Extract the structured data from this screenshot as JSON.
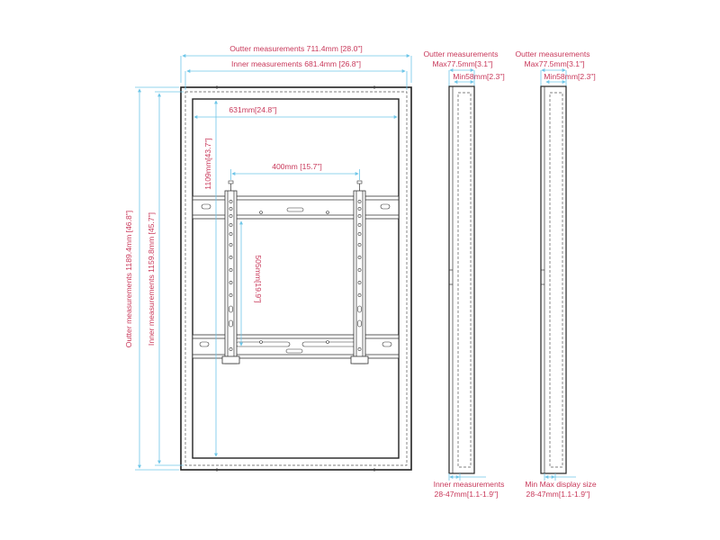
{
  "front_view": {
    "outer_width_label": "Outter measurements 711.4mm [28.0\"]",
    "inner_width_label": "Inner measurements 681.4mm [26.8\"]",
    "outer_height_label": "Outter measurements 1189.4mm [46.8\"]",
    "inner_height_label": "Inner measurements 1159.8mm [45.7\"]",
    "screen_width_label": "631mm[24.8\"]",
    "screen_height_label": "1109mm[43.7\"]",
    "bracket_width_label": "400mm [15.7\"]",
    "bracket_height_label": "505mm[19.9\"]"
  },
  "side_view_left": {
    "top_label_1": "Outter measurements",
    "top_label_2": "Max77.5mm[3.1\"]",
    "min_label": "Min58mm[2.3\"]",
    "bottom_label_1": "Inner measurements",
    "bottom_label_2": "28-47mm[1.1-1.9\"]"
  },
  "side_view_right": {
    "top_label_1": "Outter measurements",
    "top_label_2": "Max77.5mm[3.1\"]",
    "min_label": "Min58mm[2.3\"]",
    "bottom_label_1": "Min Max display size",
    "bottom_label_2": "28-47mm[1.1-1.9\"]"
  },
  "colors": {
    "dimension_text": "#c8385a",
    "dimension_line": "#6fc6e8",
    "drawing_line": "#222222"
  }
}
